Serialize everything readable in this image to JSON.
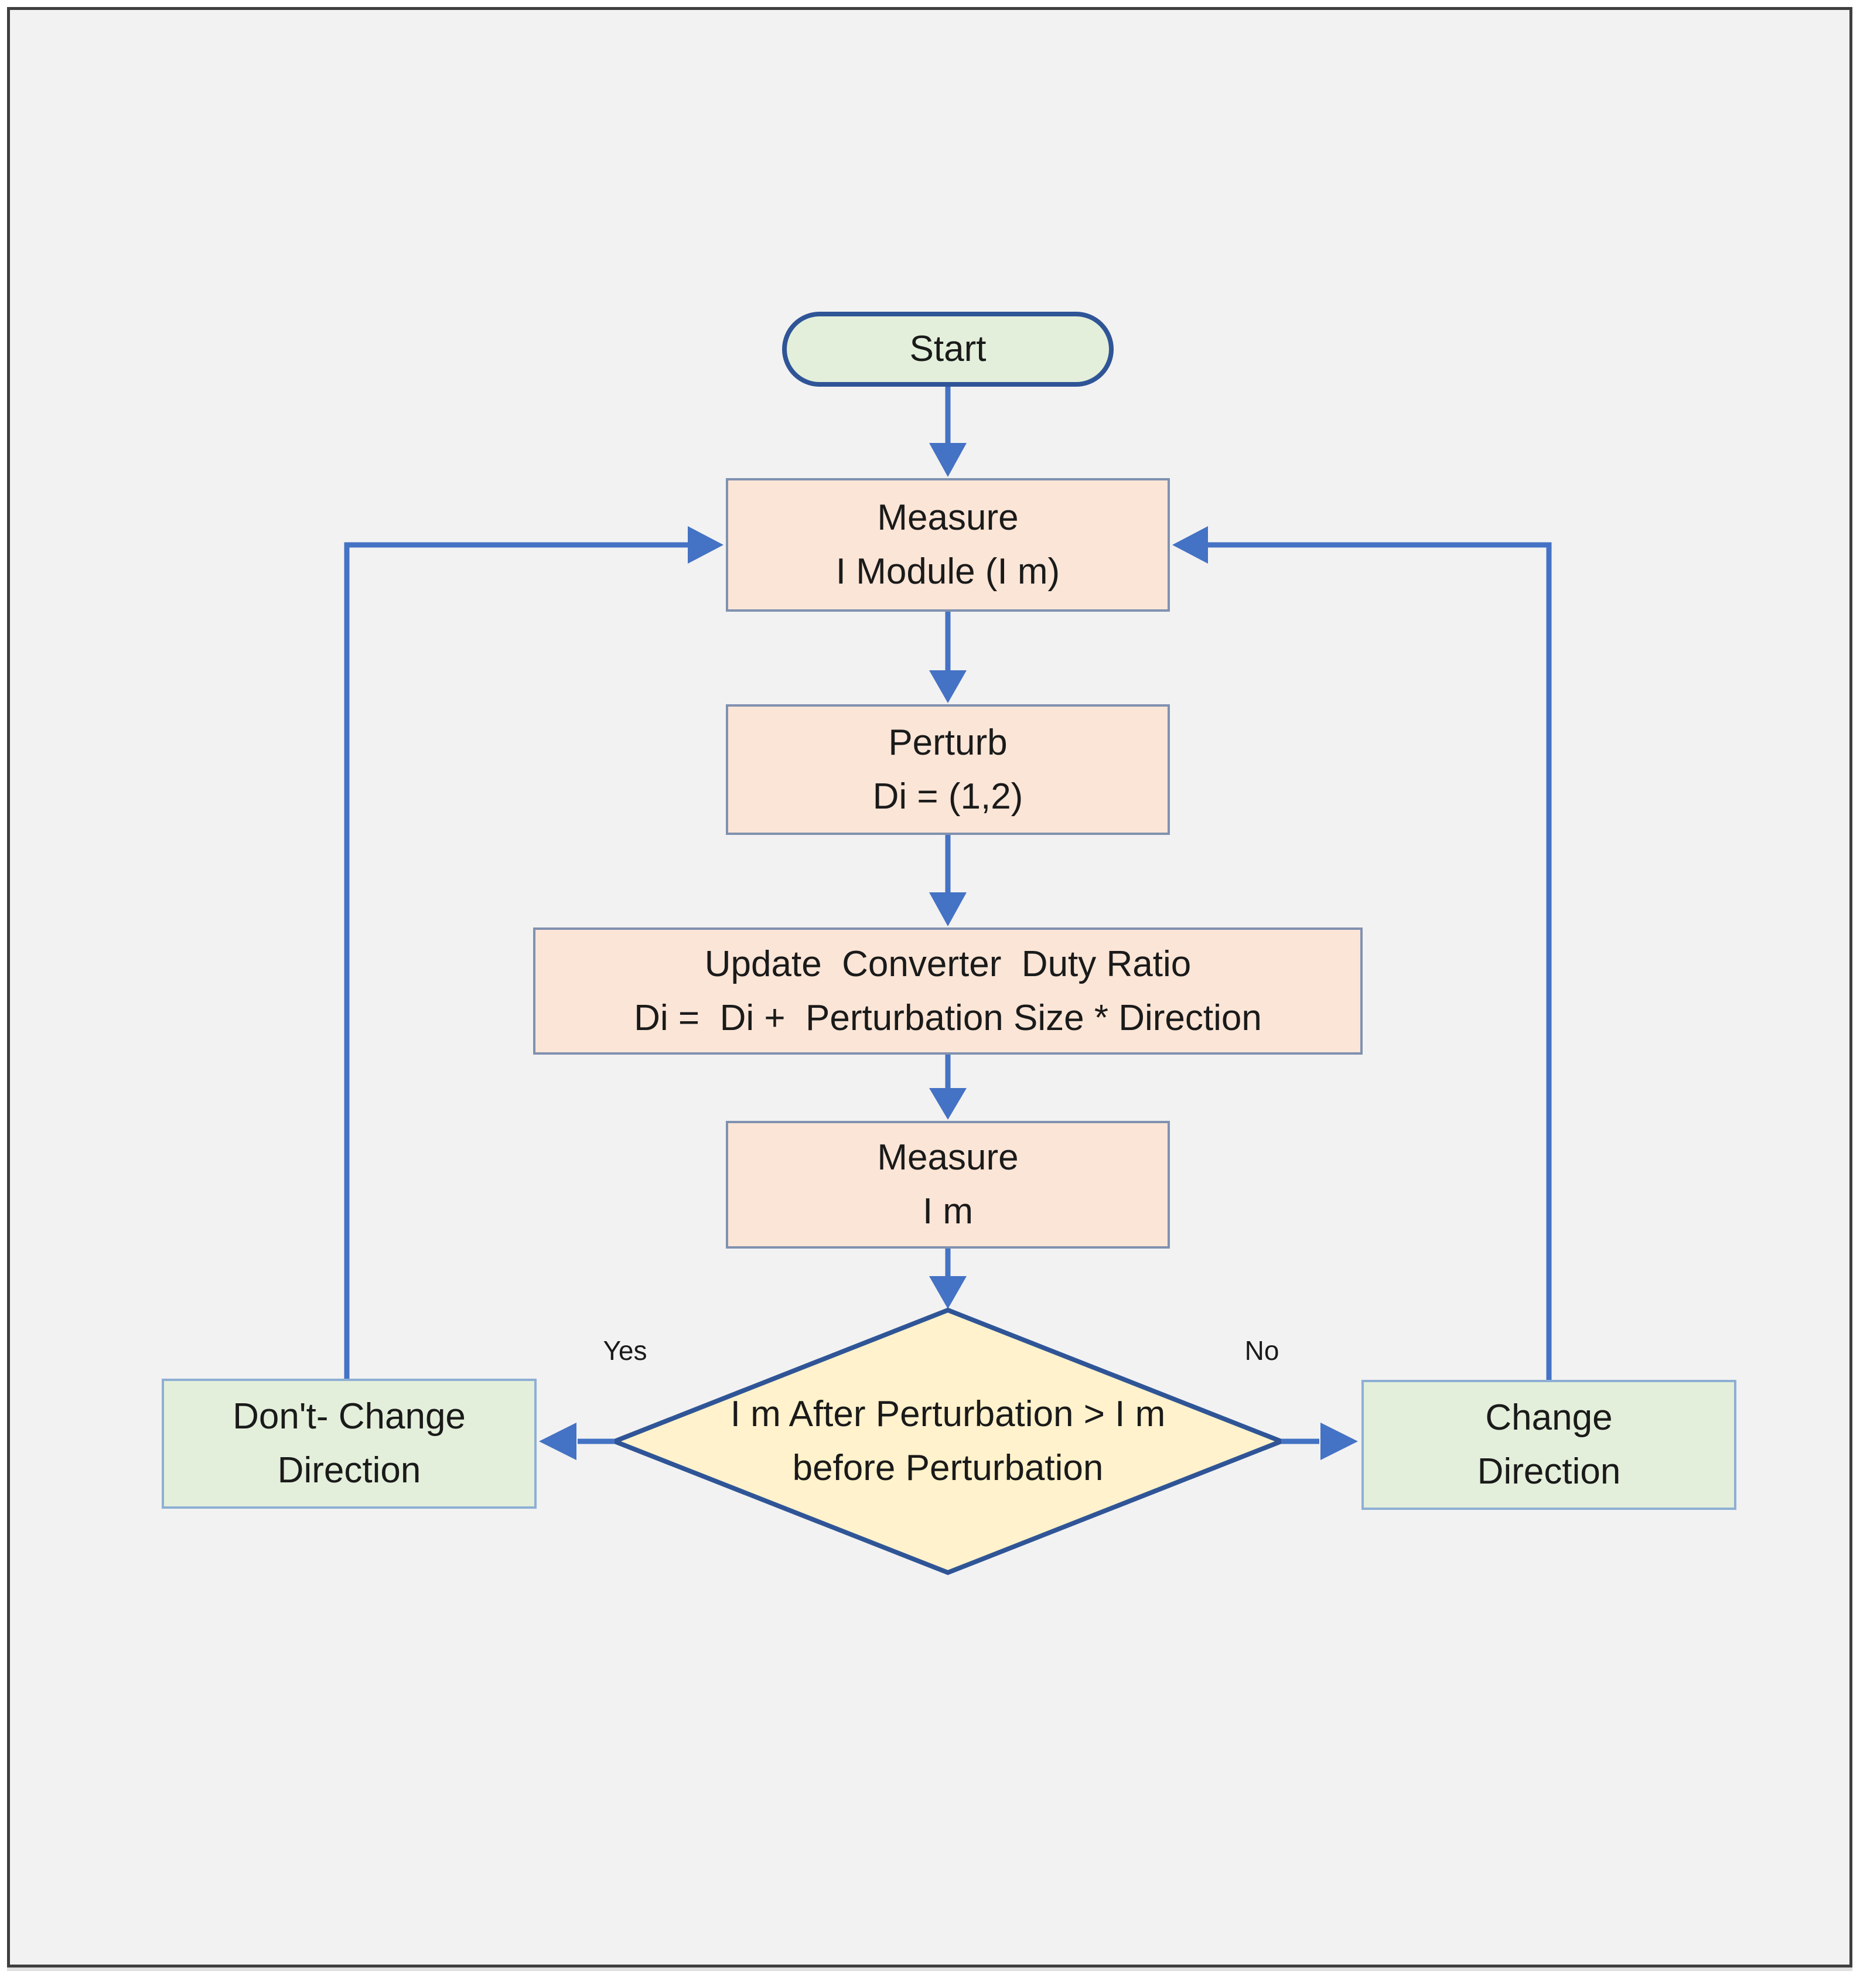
{
  "colors": {
    "page_bg": "#ffffff",
    "slide_bg": "#f2f2f2",
    "frame_border": "#3f3f3f",
    "connector_blue": "#4472c4",
    "terminator_border": "#2f5597",
    "process_fill": "#fbe5d6",
    "process_border": "#8091b0",
    "result_fill": "#e3efda",
    "result_border": "#8eafd4",
    "decision_fill": "#fff2cc",
    "text_color": "#1a1a1a"
  },
  "nodes": {
    "start": {
      "label": "Start"
    },
    "measure_module": {
      "line1": "Measure",
      "line2": "I Module (I m)"
    },
    "perturb": {
      "line1": "Perturb",
      "line2": "Di = (1,2)"
    },
    "update_duty": {
      "line1": "Update  Converter  Duty Ratio",
      "line2": "Di =  Di +  Perturbation Size * Direction"
    },
    "measure_im": {
      "line1": "Measure",
      "line2": "I m"
    },
    "decision": {
      "line1": "I m After Perturbation > I m",
      "line2": "before Perturbation"
    },
    "dont_change": {
      "line1": "Don't- Change",
      "line2": "Direction"
    },
    "change": {
      "line1": "Change",
      "line2": "Direction"
    }
  },
  "edge_labels": {
    "yes": "Yes",
    "no": "No"
  }
}
